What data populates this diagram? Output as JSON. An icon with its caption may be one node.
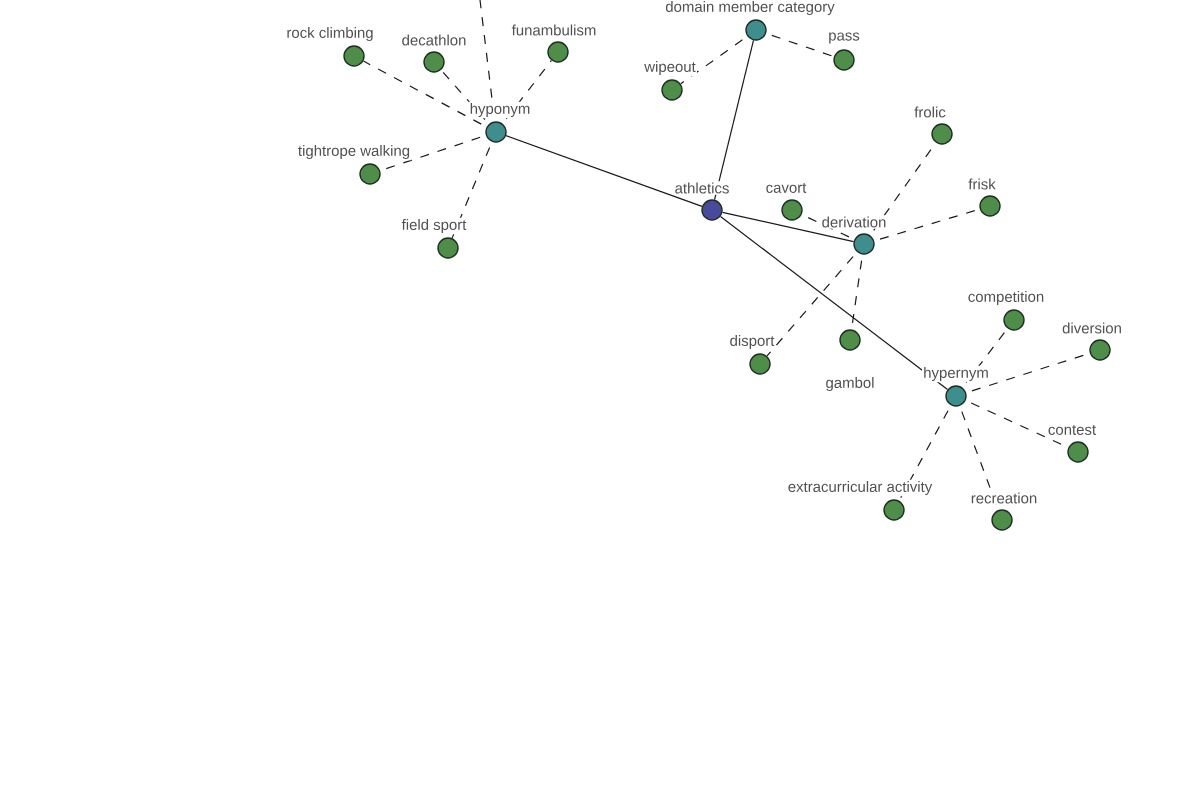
{
  "diagram": {
    "nodes": [
      {
        "text": [
          "athletics"
        ]
      },
      {
        "text": [
          "hyponym"
        ]
      },
      {
        "text": [
          "domain member category"
        ]
      },
      {
        "text": [
          "derivation"
        ]
      },
      {
        "text": [
          "hypernym"
        ]
      },
      {
        "text": [
          "rock climbing"
        ]
      },
      {
        "text": [
          "decathlon"
        ]
      },
      {
        "text": [
          "funambulism"
        ]
      },
      {
        "text": [
          "tightrope walking"
        ]
      },
      {
        "text": [
          "field sport"
        ]
      },
      {
        "text": [
          "wipeout"
        ]
      },
      {
        "text": [
          "pass"
        ]
      },
      {
        "text": [
          "cavort"
        ]
      },
      {
        "text": [
          "frolic"
        ]
      },
      {
        "text": [
          "frisk"
        ]
      },
      {
        "text": [
          "gambol"
        ]
      },
      {
        "text": [
          "disport"
        ]
      },
      {
        "text": [
          "competition"
        ]
      },
      {
        "text": [
          "diversion"
        ]
      },
      {
        "text": [
          "contest"
        ]
      },
      {
        "text": [
          "extracurricular activity"
        ]
      },
      {
        "text": [
          "recreation"
        ]
      }
    ],
    "edges": [
      {
        "from": 0,
        "to": 1,
        "arrow": "none"
      },
      {
        "from": 0,
        "to": 2,
        "arrow": "none"
      },
      {
        "from": 0,
        "to": 3,
        "arrow": "none"
      },
      {
        "from": 0,
        "to": 4,
        "arrow": "none"
      },
      {
        "from": 1,
        "to": 5,
        "arrow": "none",
        "style": "dashed"
      },
      {
        "from": 1,
        "to": 6,
        "arrow": "none",
        "style": "dashed"
      },
      {
        "from": 1,
        "to": 7,
        "arrow": "none",
        "style": "dashed"
      },
      {
        "from": 1,
        "to": 8,
        "arrow": "none",
        "style": "dashed"
      },
      {
        "from": 1,
        "to": 9,
        "arrow": "none",
        "style": "dashed"
      },
      {
        "from": 1,
        "to": null,
        "arrow": "none",
        "style": "dashed"
      },
      {
        "from": 2,
        "to": 10,
        "arrow": "none",
        "style": "dashed"
      },
      {
        "from": 2,
        "to": 11,
        "arrow": "none",
        "style": "dashed"
      },
      {
        "from": 3,
        "to": 12,
        "arrow": "none",
        "style": "dashed"
      },
      {
        "from": 3,
        "to": 13,
        "arrow": "none",
        "style": "dashed"
      },
      {
        "from": 3,
        "to": 14,
        "arrow": "none",
        "style": "dashed"
      },
      {
        "from": 3,
        "to": 15,
        "arrow": "none",
        "style": "dashed"
      },
      {
        "from": 3,
        "to": 16,
        "arrow": "none",
        "style": "dashed"
      },
      {
        "from": 4,
        "to": 17,
        "arrow": "none",
        "style": "dashed"
      },
      {
        "from": 4,
        "to": 18,
        "arrow": "none",
        "style": "dashed"
      },
      {
        "from": 4,
        "to": 19,
        "arrow": "none",
        "style": "dashed"
      },
      {
        "from": 4,
        "to": 20,
        "arrow": "none",
        "style": "dashed"
      },
      {
        "from": 4,
        "to": 21,
        "arrow": "none",
        "style": "dashed"
      }
    ]
  }
}
